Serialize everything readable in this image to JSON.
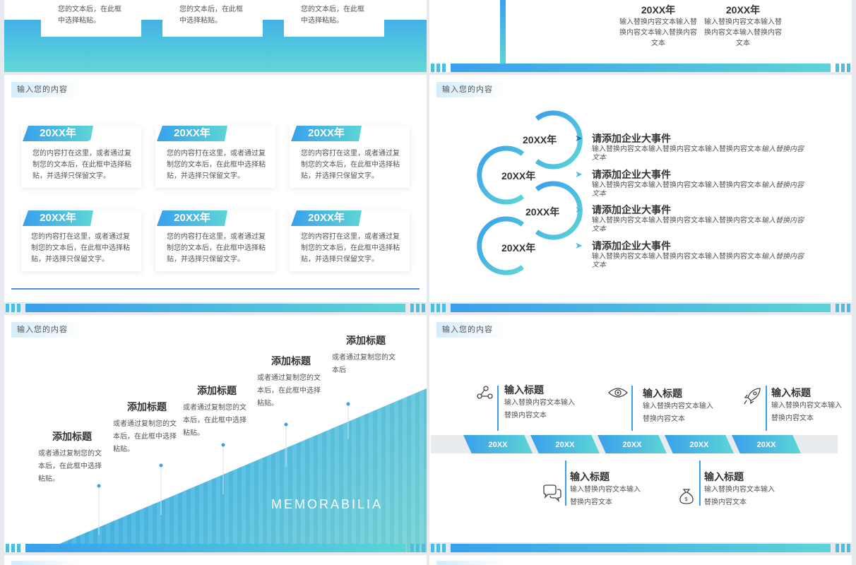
{
  "tag": "输入您的内容",
  "slide_tl": {
    "items": [
      {
        "line1": "您的文本后，在此框",
        "line2": "中选择粘贴。"
      },
      {
        "line1": "您的文本后，在此框",
        "line2": "中选择粘贴。"
      },
      {
        "line1": "您的文本后，在此框",
        "line2": "中选择粘贴。"
      }
    ]
  },
  "slide_tr": {
    "items": [
      {
        "year": "20XX年",
        "text": "输入替换内容文本输入替换内容文本输入替换内容文本"
      },
      {
        "year": "20XX年",
        "text": "输入替换内容文本输入替换内容文本输入替换内容文本"
      }
    ]
  },
  "slide_ml": {
    "cards": [
      {
        "year": "20XX年",
        "text": "您的内容打在这里，或者通过复制您的文本后，在此框中选择粘贴，并选择只保留文字。"
      },
      {
        "year": "20XX年",
        "text": "您的内容打在这里，或者通过复制您的文本后，在此框中选择粘贴，并选择只保留文字。"
      },
      {
        "year": "20XX年",
        "text": "您的内容打在这里，或者通过复制您的文本后，在此框中选择粘贴，并选择只保留文字。"
      },
      {
        "year": "20XX年",
        "text": "您的内容打在这里，或者通过复制您的文本后，在此框中选择粘贴，并选择只保留文字。"
      },
      {
        "year": "20XX年",
        "text": "您的内容打在这里，或者通过复制您的文本后，在此框中选择粘贴，并选择只保留文字。"
      },
      {
        "year": "20XX年",
        "text": "您的内容打在这里，或者通过复制您的文本后，在此框中选择粘贴，并选择只保留文字。"
      }
    ]
  },
  "slide_mr": {
    "events": [
      {
        "year": "20XX年",
        "title": "请添加企业大事件",
        "text": "输入替换内容文本输入替换内容文本输入替换内容文本",
        "italic": "输入替换内容文本"
      },
      {
        "year": "20XX年",
        "title": "请添加企业大事件",
        "text": "输入替换内容文本输入替换内容文本输入替换内容文本",
        "italic": "输入替换内容文本"
      },
      {
        "year": "20XX年",
        "title": "请添加企业大事件",
        "text": "输入替换内容文本输入替换内容文本输入替换内容文本",
        "italic": "输入替换内容文本"
      },
      {
        "year": "20XX年",
        "title": "请添加企业大事件",
        "text": "输入替换内容文本输入替换内容文本输入替换内容文本",
        "italic": "输入替换内容文本"
      }
    ]
  },
  "slide_bl": {
    "steps": [
      {
        "title": "添加标题",
        "text": "或者通过复制您的文本后，在此框中选择粘贴。"
      },
      {
        "title": "添加标题",
        "text": "或者通过复制您的文本后，在此框中选择粘贴。"
      },
      {
        "title": "添加标题",
        "text": "或者通过复制您的文本后，在此框中选择粘贴。"
      },
      {
        "title": "添加标题",
        "text": "或者通过复制您的文本后，在此框中选择粘贴。"
      },
      {
        "title": "添加标题",
        "text": "或者通过复制您的文本后"
      }
    ],
    "brand": "MEMORABILIA"
  },
  "slide_br": {
    "years": [
      "20XX",
      "20XX",
      "20XX",
      "20XX",
      "20XX"
    ],
    "top": [
      {
        "title": "输入标题",
        "text": "输入替换内容文本输入替换内容文本",
        "icon": "network-icon"
      },
      {
        "title": "输入标题",
        "text": "输入替换内容文本输入替换内容文本",
        "icon": "eye-icon"
      },
      {
        "title": "输入标题",
        "text": "输入替换内容文本输入替换内容文本",
        "icon": "rocket-icon"
      }
    ],
    "bottom": [
      {
        "title": "输入标题",
        "text": "输入替换内容文本输入替换内容文本",
        "icon": "chat-icon"
      },
      {
        "title": "输入标题",
        "text": "输入替换内容文本输入替换内容文本",
        "icon": "money-bag-icon"
      }
    ]
  },
  "colors": {
    "blue": "#3aa0ec",
    "cyan": "#5cd5d5",
    "dark": "#333333"
  }
}
